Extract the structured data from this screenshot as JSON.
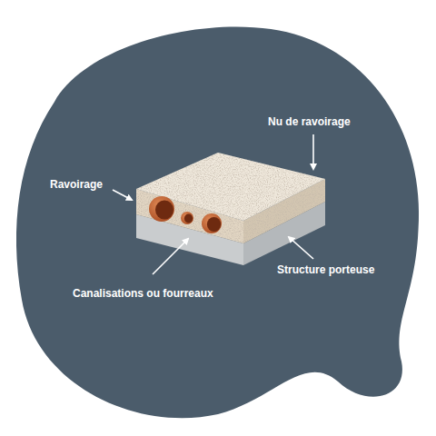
{
  "diagram": {
    "labels": [
      "Nu de ravoirage",
      "Ravoirage",
      "Structure porteuse",
      "Canalisations ou fourreaux"
    ]
  }
}
